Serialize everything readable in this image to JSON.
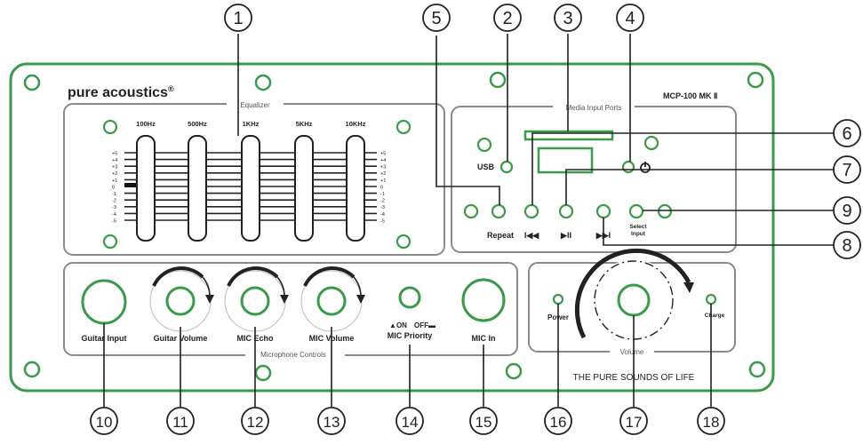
{
  "brand": "pure acoustics",
  "brand_mark": "®",
  "model": "MCP-100 MK Ⅱ",
  "tagline": "THE PURE SOUNDS OF LIFE",
  "sections": {
    "equalizer": "Equalizer",
    "media_ports": "Media Input Ports",
    "microphone_controls": "Microphone Controls",
    "volume": "Volume"
  },
  "equalizer": {
    "bands": [
      "100Hz",
      "500Hz",
      "1KHz",
      "5KHz",
      "10KHz"
    ],
    "scale": [
      "+5",
      "+4",
      "+3",
      "+2",
      "+1",
      "0",
      "-1",
      "-2",
      "-3",
      "-4",
      "-5"
    ],
    "levels": [
      0,
      0,
      0,
      0,
      0
    ]
  },
  "labels": {
    "usb": "USB",
    "repeat": "Repeat",
    "prev": "I◀◀",
    "play_pause": "▶II",
    "next": "▶▶I",
    "select_input_1": "Select",
    "select_input_2": "Input",
    "guitar_input": "Guitar Input",
    "guitar_volume": "Guitar Volume",
    "mic_echo": "MIC Echo",
    "mic_volume": "MIC Volume",
    "mic_priority": "MIC Priority",
    "mic_priority_on": "ON",
    "mic_priority_off": "OFF",
    "mic_in": "MIC In",
    "power": "Power",
    "charge": "Charge"
  },
  "callouts": [
    "1",
    "2",
    "3",
    "4",
    "5",
    "6",
    "7",
    "8",
    "9",
    "10",
    "11",
    "12",
    "13",
    "14",
    "15",
    "16",
    "17",
    "18"
  ],
  "colors": {
    "panel_green": "#3a9a4a",
    "line": "#222222",
    "frame_gray": "#8a8a8a"
  }
}
